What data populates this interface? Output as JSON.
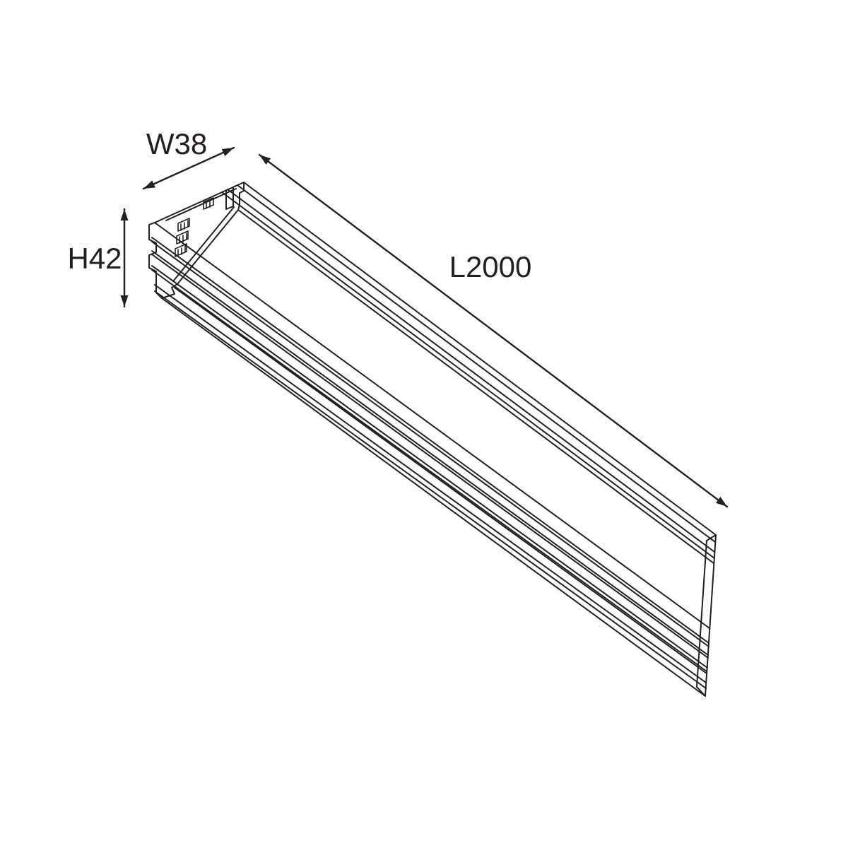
{
  "page": {
    "background": "#ffffff"
  },
  "drawing": {
    "type": "isometric-extrusion-profile-dimension-diagram",
    "stroke_color": "#231f20",
    "label_color": "#231f20",
    "labels": {
      "width": "W38",
      "height": "H42",
      "length": "L2000"
    }
  }
}
